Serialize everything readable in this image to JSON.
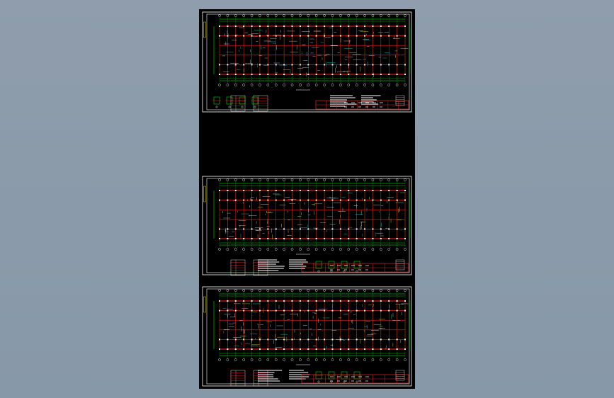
{
  "viewer": {
    "background": "#8a9aab",
    "paper_color": "#000000"
  },
  "colors": {
    "frame": "#ffffff",
    "axis": "#00ff00",
    "beam": "#ff2020",
    "detail": "#ffffff",
    "note": "#ffffff",
    "accent_yellow": "#ffff00",
    "accent_cyan": "#00ffff",
    "title_block": "#ff3030"
  },
  "sheets": [
    {
      "id": "sheet-1",
      "name": "plan-1",
      "note_lines": 6,
      "table_rows": 6
    },
    {
      "id": "sheet-2",
      "name": "plan-2",
      "note_lines": 6,
      "table_rows": 6
    },
    {
      "id": "sheet-3",
      "name": "plan-3",
      "note_lines": 6,
      "table_rows": 6
    }
  ]
}
